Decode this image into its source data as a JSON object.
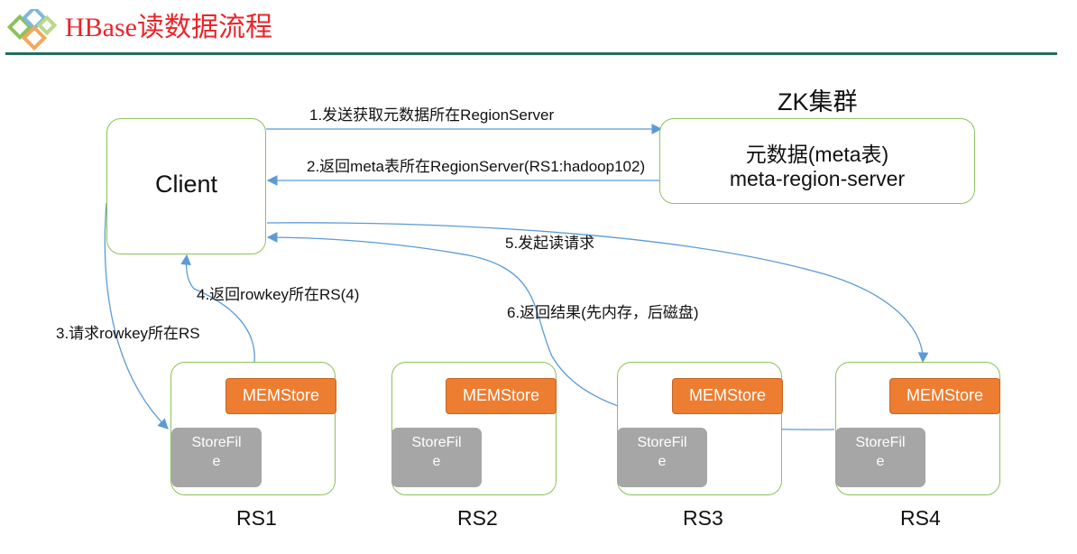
{
  "title": "HBase读数据流程",
  "zk": {
    "title": "ZK集群",
    "meta_line1": "元数据(meta表)",
    "meta_line2": "meta-region-server"
  },
  "client": {
    "label": "Client"
  },
  "steps": {
    "s1": "1.发送获取元数据所在RegionServer",
    "s2": "2.返回meta表所在RegionServer(RS1:hadoop102)",
    "s3": "3.请求rowkey所在RS",
    "s4": "4.返回rowkey所在RS(4)",
    "s5": "5.发起读请求",
    "s6": "6.返回结果(先内存，后磁盘)"
  },
  "region_servers": [
    {
      "name": "RS1",
      "memstore": "MEMStore",
      "storefile_l1": "StoreFil",
      "storefile_l2": "e"
    },
    {
      "name": "RS2",
      "memstore": "MEMStore",
      "storefile_l1": "StoreFil",
      "storefile_l2": "e"
    },
    {
      "name": "RS3",
      "memstore": "MEMStore",
      "storefile_l1": "StoreFil",
      "storefile_l2": "e"
    },
    {
      "name": "RS4",
      "memstore": "MEMStore",
      "storefile_l1": "StoreFil",
      "storefile_l2": "e"
    }
  ],
  "colors": {
    "title": "#e8252a",
    "rule": "#1f6f5f",
    "box_border": "#8dc15a",
    "arrow": "#5b9bd5",
    "memstore": "#ed7d31",
    "storefile": "#a6a6a6"
  }
}
